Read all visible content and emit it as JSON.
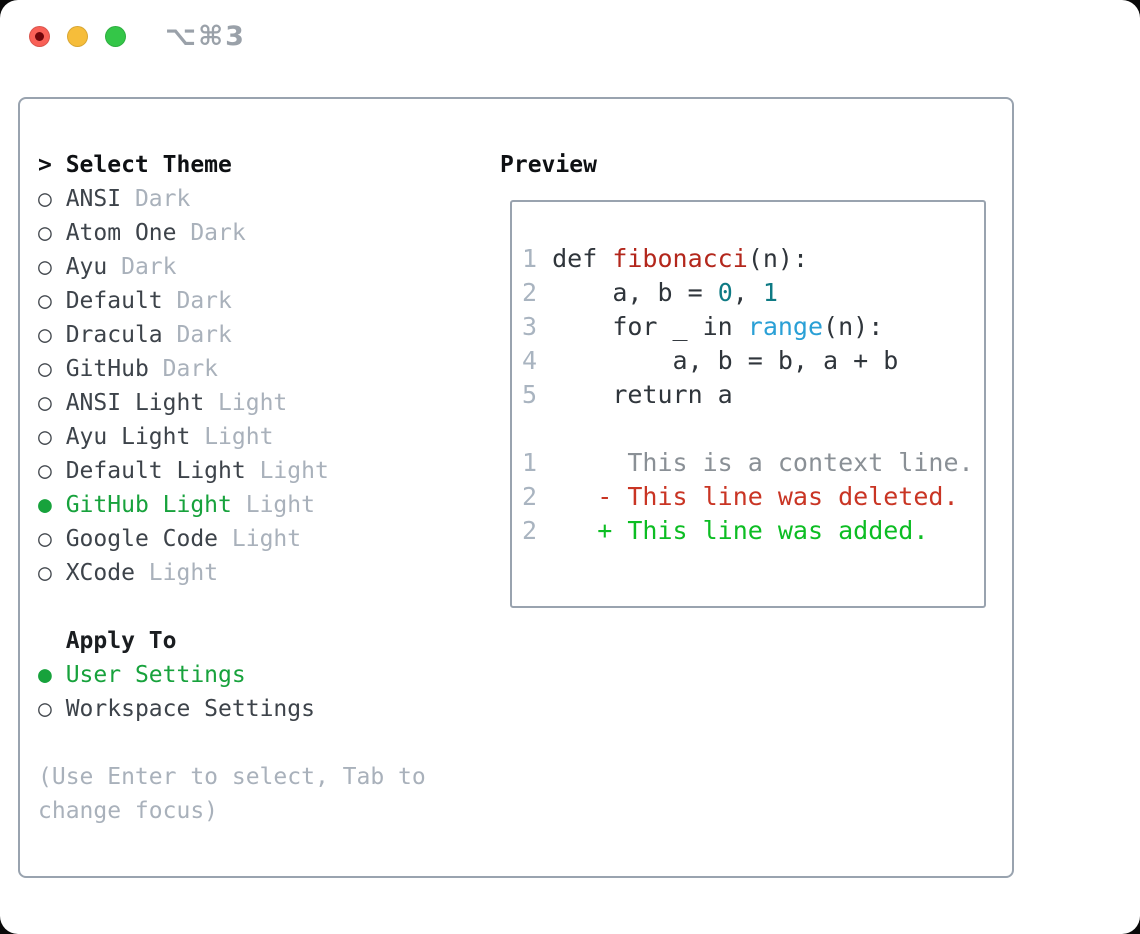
{
  "window": {
    "title": "⌥⌘3"
  },
  "traffic_lights": {
    "close": "close-button",
    "minimize": "minimize-button",
    "zoom": "zoom-button"
  },
  "theme_picker": {
    "header_marker": ">",
    "header": "Select Theme",
    "items": [
      {
        "name": "ANSI",
        "variant": "Dark",
        "selected": false
      },
      {
        "name": "Atom One",
        "variant": "Dark",
        "selected": false
      },
      {
        "name": "Ayu",
        "variant": "Dark",
        "selected": false
      },
      {
        "name": "Default",
        "variant": "Dark",
        "selected": false
      },
      {
        "name": "Dracula",
        "variant": "Dark",
        "selected": false
      },
      {
        "name": "GitHub",
        "variant": "Dark",
        "selected": false
      },
      {
        "name": "ANSI Light",
        "variant": "Light",
        "selected": false
      },
      {
        "name": "Ayu Light",
        "variant": "Light",
        "selected": false
      },
      {
        "name": "Default Light",
        "variant": "Light",
        "selected": false
      },
      {
        "name": "GitHub Light",
        "variant": "Light",
        "selected": true
      },
      {
        "name": "Google Code",
        "variant": "Light",
        "selected": false
      },
      {
        "name": "XCode",
        "variant": "Light",
        "selected": false
      }
    ],
    "unselected_marker": "○",
    "selected_marker": "●",
    "apply_to": {
      "header": "Apply To",
      "options": [
        {
          "label": "User Settings",
          "selected": true
        },
        {
          "label": "Workspace Settings",
          "selected": false
        }
      ]
    },
    "hint": "(Use Enter to select, Tab to change focus)"
  },
  "preview": {
    "title": "Preview",
    "code_lines": [
      {
        "num": "1",
        "tokens": [
          {
            "t": "def ",
            "c": "text"
          },
          {
            "t": "fibonacci",
            "c": "func"
          },
          {
            "t": "(n):",
            "c": "text"
          }
        ]
      },
      {
        "num": "2",
        "tokens": [
          {
            "t": "    a, b = ",
            "c": "text"
          },
          {
            "t": "0",
            "c": "num"
          },
          {
            "t": ", ",
            "c": "text"
          },
          {
            "t": "1",
            "c": "num"
          }
        ]
      },
      {
        "num": "3",
        "tokens": [
          {
            "t": "    for _ in ",
            "c": "text"
          },
          {
            "t": "range",
            "c": "builtin"
          },
          {
            "t": "(n):",
            "c": "text"
          }
        ]
      },
      {
        "num": "4",
        "tokens": [
          {
            "t": "        a, b = b, a + b",
            "c": "text"
          }
        ]
      },
      {
        "num": "5",
        "tokens": [
          {
            "t": "    return a",
            "c": "text"
          }
        ]
      }
    ],
    "diff_lines": [
      {
        "num": "1",
        "text": "      This is a context line.",
        "kind": "context"
      },
      {
        "num": "2",
        "text": "    - This line was deleted.",
        "kind": "deleted"
      },
      {
        "num": "2",
        "text": "    + This line was added.",
        "kind": "added"
      }
    ]
  },
  "colors": {
    "accent-green": "#17a23c",
    "diff-added": "#0cbd23",
    "diff-deleted": "#c93524",
    "func-red": "#b3271c",
    "number-teal": "#0e7a84",
    "builtin-blue": "#2aa0d6",
    "border-gray": "#99a3af",
    "muted-gray": "#a9b1bb",
    "traffic-close": "#f96057",
    "traffic-minimize": "#f6bd3a",
    "traffic-zoom": "#34c648"
  }
}
